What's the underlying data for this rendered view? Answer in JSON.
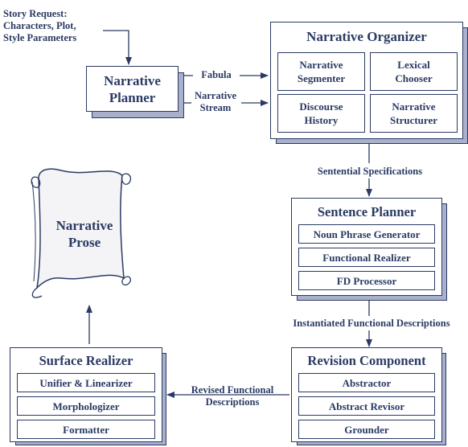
{
  "input": {
    "line1": "Story Request:",
    "line2": "Characters, Plot,",
    "line3": "Style Parameters"
  },
  "narrative_planner": {
    "line1": "Narrative",
    "line2": "Planner"
  },
  "edge_fabula": "Fabula",
  "edge_stream": {
    "line1": "Narrative",
    "line2": "Stream"
  },
  "narrative_organizer": {
    "title": "Narrative Organizer",
    "segmenter": {
      "line1": "Narrative",
      "line2": "Segmenter"
    },
    "lexical": {
      "line1": "Lexical",
      "line2": "Chooser"
    },
    "discourse": {
      "line1": "Discourse",
      "line2": "History"
    },
    "structurer": {
      "line1": "Narrative",
      "line2": "Structurer"
    }
  },
  "edge_sentential": "Sentential Specifications",
  "sentence_planner": {
    "title": "Sentence Planner",
    "modules": [
      "Noun Phrase Generator",
      "Functional Realizer",
      "FD Processor"
    ]
  },
  "edge_instantiated": "Instantiated Functional Descriptions",
  "revision_component": {
    "title": "Revision Component",
    "modules": [
      "Abstractor",
      "Abstract Revisor",
      "Grounder"
    ]
  },
  "edge_revised": {
    "line1": "Revised Functional",
    "line2": "Descriptions"
  },
  "surface_realizer": {
    "title": "Surface Realizer",
    "modules": [
      "Unifier & Linearizer",
      "Morphologizer",
      "Formatter"
    ]
  },
  "output": {
    "line1": "Narrative",
    "line2": "Prose"
  },
  "colors": {
    "ink": "#2a3a63",
    "shadow": "#a9b0cc",
    "scroll_fill": "#f4f4f6"
  }
}
